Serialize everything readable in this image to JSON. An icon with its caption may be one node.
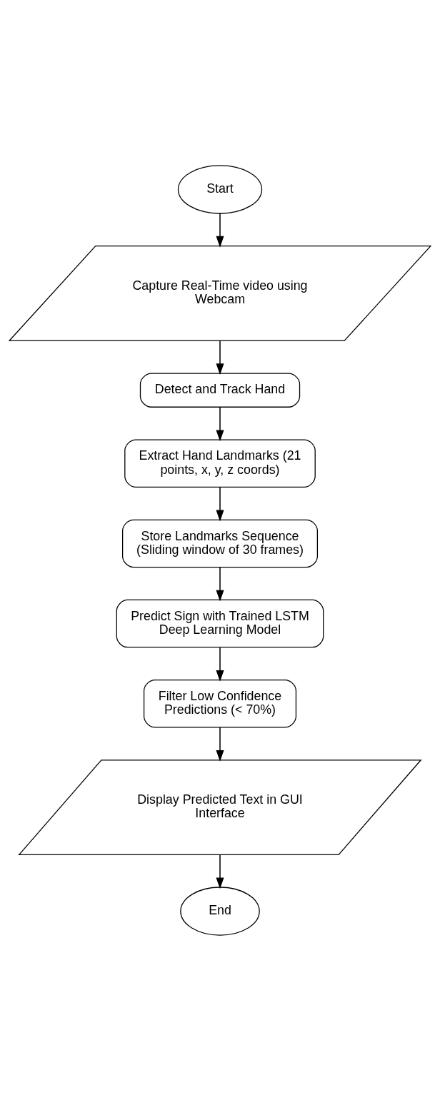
{
  "diagram": {
    "nodes": [
      {
        "text": [
          "Start"
        ]
      },
      {
        "text": [
          "Capture Real-Time video using Webcam"
        ]
      },
      {
        "text": [
          "Detect and Track Hand"
        ]
      },
      {
        "text": [
          "Extract Hand Landmarks (21 points, x, y, z coords)"
        ]
      },
      {
        "text": [
          "Store Landmarks Sequence (Sliding window of 30 frames)"
        ]
      },
      {
        "text": [
          "Predict Sign with Trained LSTM Deep Learning Model"
        ]
      },
      {
        "text": [
          "Filter Low Confidence Predictions (< 70%)"
        ]
      },
      {
        "text": [
          "Display Predicted Text in GUI Interface"
        ]
      },
      {
        "text": [
          "End"
        ]
      }
    ],
    "edges": [
      {
        "from": 0,
        "to": 1,
        "arrow": "to"
      },
      {
        "from": 1,
        "to": 2,
        "arrow": "to"
      },
      {
        "from": 2,
        "to": 3,
        "arrow": "to"
      },
      {
        "from": 3,
        "to": 4,
        "arrow": "to"
      },
      {
        "from": 4,
        "to": 5,
        "arrow": "to"
      },
      {
        "from": 5,
        "to": 6,
        "arrow": "to"
      },
      {
        "from": 6,
        "to": 7,
        "arrow": "to"
      },
      {
        "from": 7,
        "to": 8,
        "arrow": "to"
      }
    ]
  }
}
